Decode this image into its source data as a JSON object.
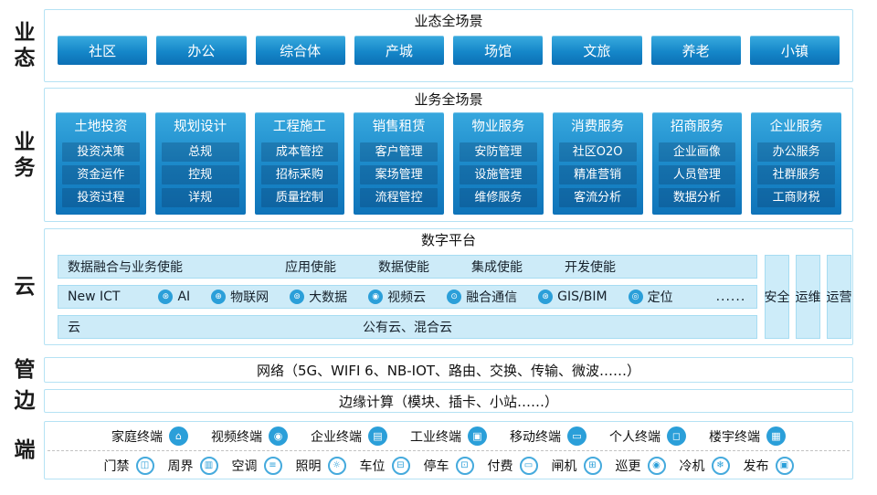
{
  "colors": {
    "accent_blue": "#2b9fd9",
    "button_gradient_top": "#3aabdf",
    "button_gradient_bottom": "#0c6fb5",
    "light_bar_bg": "#cdebf8",
    "light_bar_border": "#a6dcf2",
    "panel_border": "#b5e2f4"
  },
  "rail": {
    "labels": [
      "业态",
      "业务",
      "云",
      "管",
      "边",
      "端"
    ]
  },
  "scenes": {
    "title": "业态全场景",
    "items": [
      "社区",
      "办公",
      "综合体",
      "产城",
      "场馆",
      "文旅",
      "养老",
      "小镇"
    ]
  },
  "business": {
    "title": "业务全场景",
    "columns": [
      {
        "header": "土地投资",
        "items": [
          "投资决策",
          "资金运作",
          "投资过程"
        ]
      },
      {
        "header": "规划设计",
        "items": [
          "总规",
          "控规",
          "详规"
        ]
      },
      {
        "header": "工程施工",
        "items": [
          "成本管控",
          "招标采购",
          "质量控制"
        ]
      },
      {
        "header": "销售租赁",
        "items": [
          "客户管理",
          "案场管理",
          "流程管控"
        ]
      },
      {
        "header": "物业服务",
        "items": [
          "安防管理",
          "设施管理",
          "维修服务"
        ]
      },
      {
        "header": "消费服务",
        "items": [
          "社区O2O",
          "精准营销",
          "客流分析"
        ]
      },
      {
        "header": "招商服务",
        "items": [
          "企业画像",
          "人员管理",
          "数据分析"
        ]
      },
      {
        "header": "企业服务",
        "items": [
          "办公服务",
          "社群服务",
          "工商财税"
        ]
      }
    ]
  },
  "platform": {
    "title": "数字平台",
    "enable_row": {
      "left": "数据融合与业务使能",
      "items": [
        "应用使能",
        "数据使能",
        "集成使能",
        "开发使能"
      ]
    },
    "ict_row": {
      "left": "New ICT",
      "items": [
        {
          "glyph": "⊛",
          "label": "AI"
        },
        {
          "glyph": "⊕",
          "label": "物联网"
        },
        {
          "glyph": "⊚",
          "label": "大数据"
        },
        {
          "glyph": "◉",
          "label": "视频云"
        },
        {
          "glyph": "⊙",
          "label": "融合通信"
        },
        {
          "glyph": "⊛",
          "label": "GIS/BIM"
        },
        {
          "glyph": "◎",
          "label": "定位"
        }
      ],
      "more": "......"
    },
    "cloud_row": {
      "left": "云",
      "center": "公有云、混合云"
    },
    "pillars": [
      "安全",
      "运维",
      "运营"
    ]
  },
  "network": {
    "text": "网络（5G、WIFI 6、NB-IOT、路由、交换、传输、微波……）"
  },
  "edge": {
    "text": "边缘计算（模块、插卡、小站……）"
  },
  "terminals": {
    "row1": [
      {
        "glyph": "⌂",
        "label": "家庭终端"
      },
      {
        "glyph": "◉",
        "label": "视频终端"
      },
      {
        "glyph": "▤",
        "label": "企业终端"
      },
      {
        "glyph": "▣",
        "label": "工业终端"
      },
      {
        "glyph": "▭",
        "label": "移动终端"
      },
      {
        "glyph": "◻",
        "label": "个人终端"
      },
      {
        "glyph": "▦",
        "label": "楼宇终端"
      }
    ],
    "row2": [
      {
        "glyph": "◫",
        "label": "门禁"
      },
      {
        "glyph": "▥",
        "label": "周界"
      },
      {
        "glyph": "≡",
        "label": "空调"
      },
      {
        "glyph": "☼",
        "label": "照明"
      },
      {
        "glyph": "⊟",
        "label": "车位"
      },
      {
        "glyph": "⊡",
        "label": "停车"
      },
      {
        "glyph": "▭",
        "label": "付费"
      },
      {
        "glyph": "⊞",
        "label": "闸机"
      },
      {
        "glyph": "◉",
        "label": "巡更"
      },
      {
        "glyph": "❄",
        "label": "冷机"
      },
      {
        "glyph": "▣",
        "label": "发布"
      }
    ]
  }
}
